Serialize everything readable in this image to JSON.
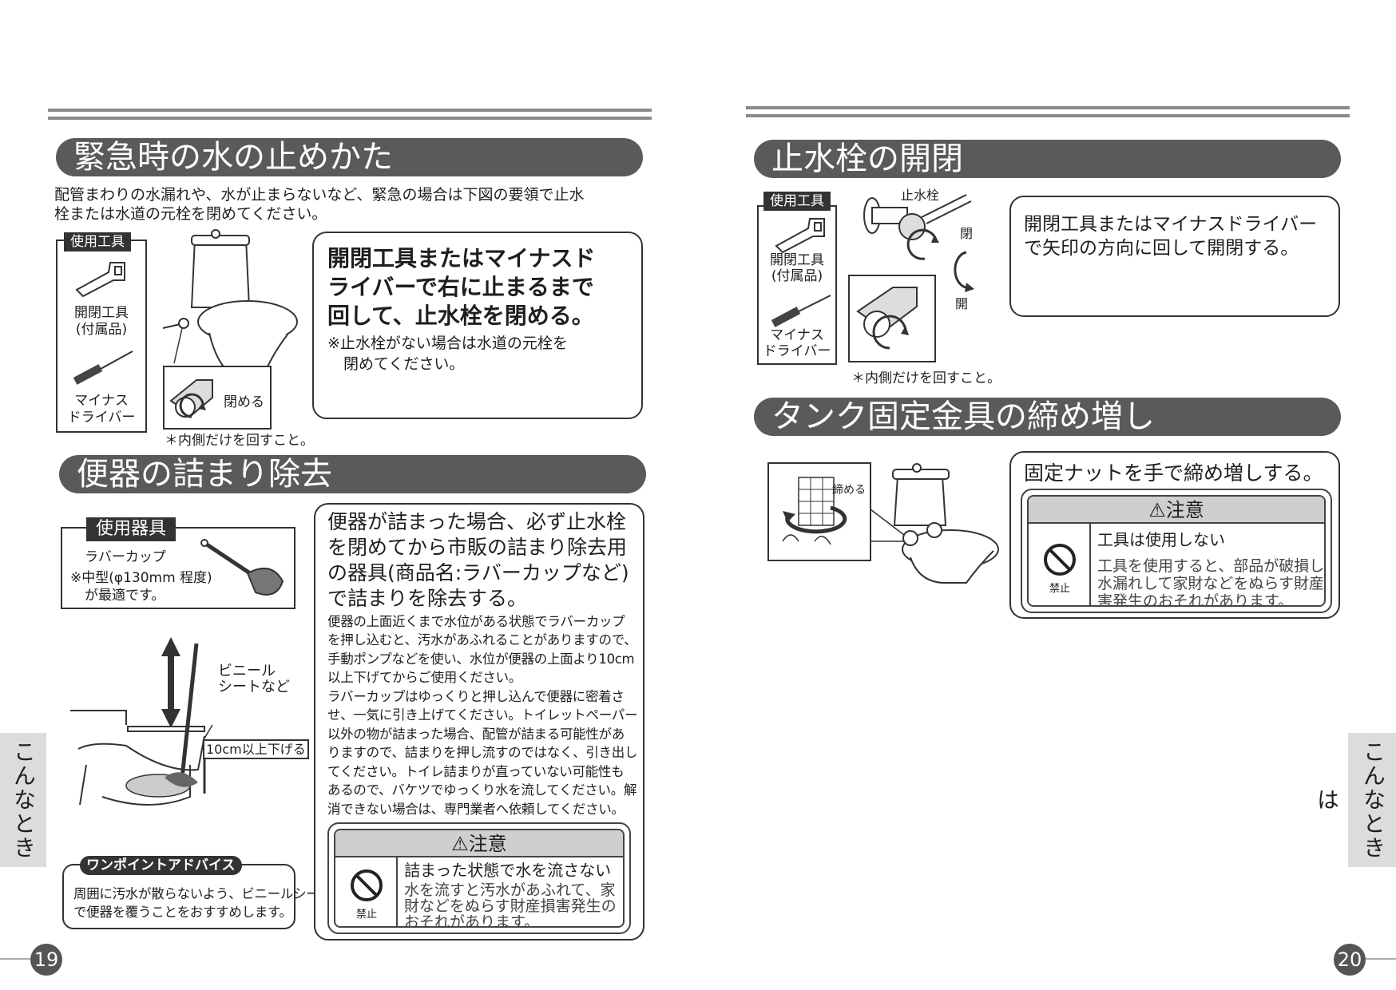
{
  "left_page": {
    "sec1": {
      "title": "緊急時の水の止めかた",
      "intro_line1": "配管まわりの水漏れや、水が止まらないなど、緊急の場合は下図の要領で止水",
      "intro_line2": "栓または水道の元栓を閉めてください。",
      "tools_tag": "使用工具",
      "tool1_line1": "開閉工具",
      "tool1_line2": "(付属品)",
      "tool2_line1": "マイナス",
      "tool2_line2": "ドライバー",
      "close_label": "閉める",
      "inner_note": "＊内側だけを回すこと。",
      "instr_line1": "開閉工具またはマイナスド",
      "instr_line2": "ライバーで右に止まるまで",
      "instr_line3": "回して、止水栓を閉める。",
      "note_line1": "※止水栓がない場合は水道の元栓を",
      "note_line2": "閉めてください。"
    },
    "sec2": {
      "title": "便器の詰まり除去",
      "tools_tag": "使用器具",
      "tool_name": "ラバーカップ",
      "tool_note1": "※中型(φ130mm 程度)",
      "tool_note2": "が最適です。",
      "vinyl_line1": "ビニール",
      "vinyl_line2": "シートなど",
      "lift_label": "10cm以上下げる",
      "advice_tag": "ワンポイントアドバイス",
      "advice_line1": "周囲に汚水が散らないよう、ビニールシート",
      "advice_line2": "で便器を覆うことをおすすめします。",
      "main_line1": "便器が詰まった場合、必ず止水栓",
      "main_line2": "を閉めてから市販の詰まり除去用",
      "main_line3": "の器具(商品名:ラバーカップなど)",
      "main_line4": "で詰まりを除去する。",
      "detail": [
        "便器の上面近くまで水位がある状態でラバーカップ",
        "を押し込むと、汚水があふれることがありますので、",
        "手動ポンプなどを使い、水位が便器の上面より10cm",
        "以上下げてからご使用ください。",
        "ラバーカップはゆっくりと押し込んで便器に密着さ",
        "せ、一気に引き上げてください。トイレットペーパー",
        "以外の物が詰まった場合、配管が詰まる可能性があ",
        "りますので、詰まりを押し流すのではなく、引き出し",
        "てください。トイレ詰まりが直っていない可能性も",
        "あるので、バケツでゆっくり水を流してください。解",
        "消できない場合は、専門業者へ依頼してください。"
      ],
      "caution_head": "⚠注意",
      "caution_prohibit": "禁止",
      "caution_title": "詰まった状態で水を流さない",
      "caution_body1": "水を流すと汚水があふれて、家",
      "caution_body2": "財などをぬらす財産損害発生の",
      "caution_body3": "おそれがあります。"
    },
    "side_tab": "こんなときは",
    "page_number": "19"
  },
  "right_page": {
    "sec1": {
      "title": "止水栓の開閉",
      "tools_tag": "使用工具",
      "tool1_line1": "開閉工具",
      "tool1_line2": "(付属品)",
      "tool2_line1": "マイナス",
      "tool2_line2": "ドライバー",
      "valve_label": "止水栓",
      "close_label": "閉",
      "open_label": "開",
      "inner_note": "＊内側だけを回すこと。",
      "instr_line1": "開閉工具またはマイナスドライバー",
      "instr_line2": "で矢印の方向に回して開閉する。"
    },
    "sec2": {
      "title": "タンク固定金具の締め増し",
      "tighten_label": "締める",
      "instr": "固定ナットを手で締め増しする。",
      "caution_head": "⚠注意",
      "caution_prohibit": "禁止",
      "caution_title": "工具は使用しない",
      "caution_body1": "工具を使用すると、部品が破損し",
      "caution_body2": "水漏れして家財などをぬらす財産損",
      "caution_body3": "害発生のおそれがあります。"
    },
    "side_tab": "こんなときは",
    "page_number": "20"
  }
}
